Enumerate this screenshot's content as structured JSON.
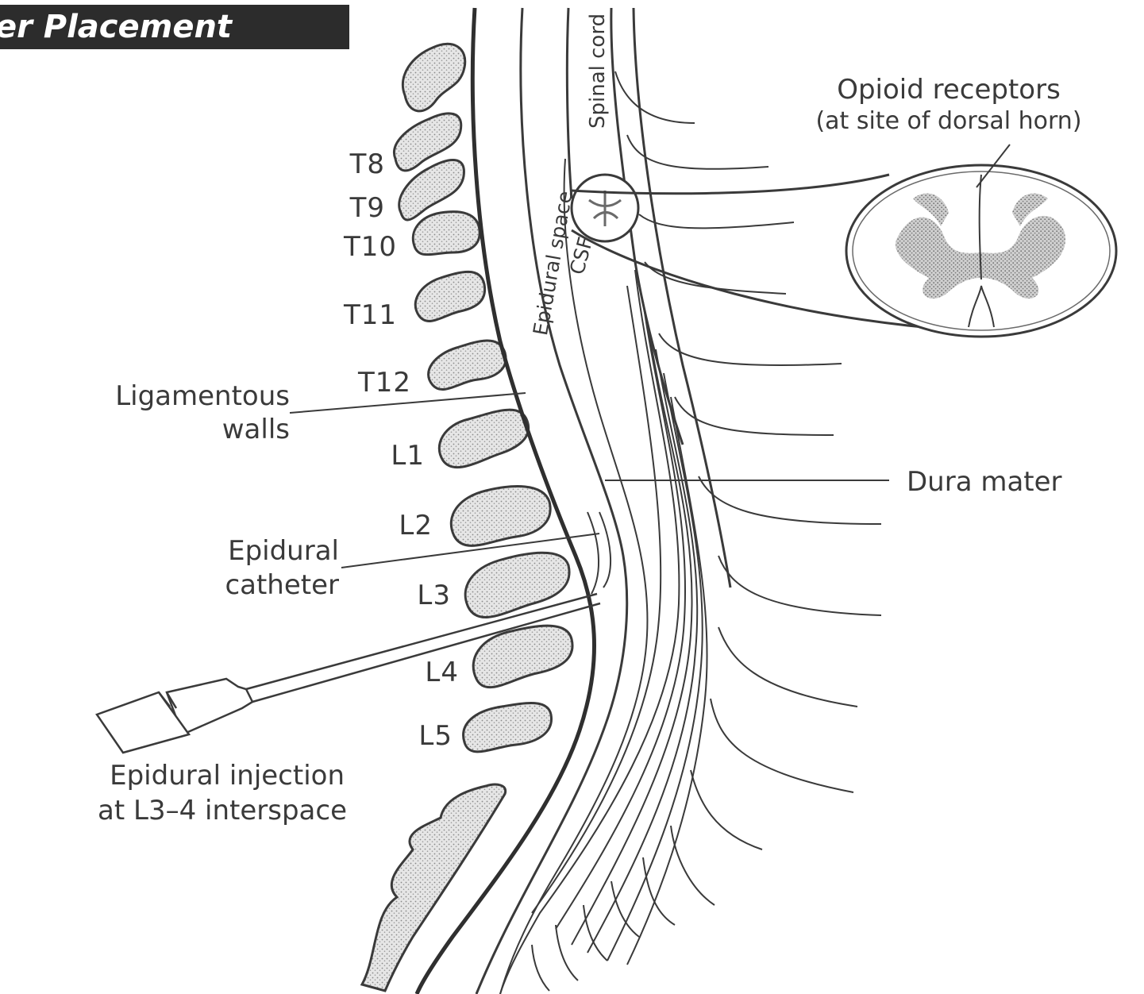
{
  "header": {
    "title": "er Placement",
    "background": "#2c2c2c",
    "text_color": "#ffffff"
  },
  "vertebrae": [
    "T8",
    "T9",
    "T10",
    "T11",
    "T12",
    "L1",
    "L2",
    "L3",
    "L4",
    "L5"
  ],
  "labels": {
    "spinal_cord": "Spinal cord",
    "epidural_space": "Epidural space",
    "csf": "CSF",
    "opioid_receptors_line1": "Opioid receptors",
    "opioid_receptors_line2": "(at site of dorsal horn)",
    "ligamentous_line1": "Ligamentous",
    "ligamentous_line2": "walls",
    "dura_mater": "Dura mater",
    "epidural_catheter_line1": "Epidural",
    "epidural_catheter_line2": "catheter",
    "injection_line1": "Epidural injection",
    "injection_line2": "at L3–4 interspace"
  },
  "colors": {
    "ink": "#3a3a3a",
    "bone_fill": "#d9d9d9"
  }
}
